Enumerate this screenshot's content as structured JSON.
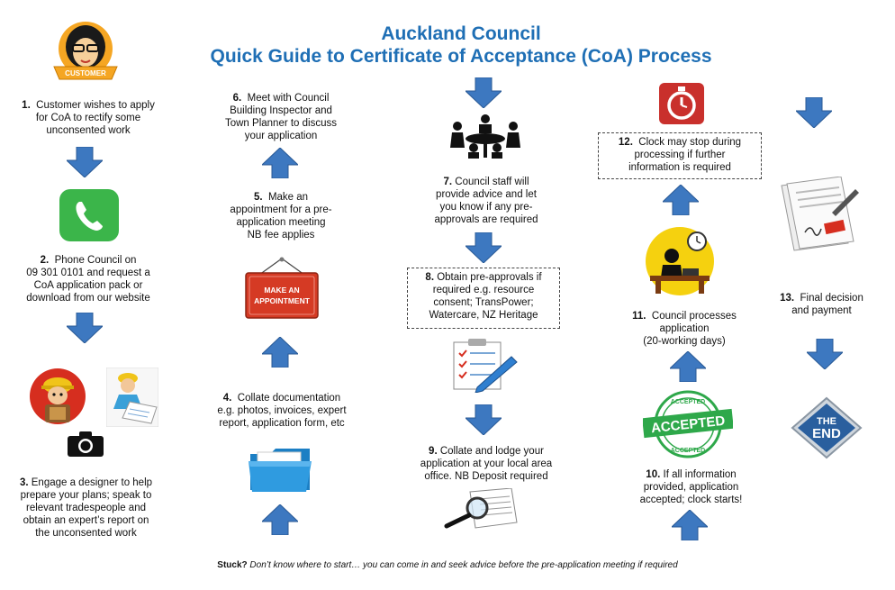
{
  "title": {
    "line1": "Auckland Council",
    "line2": "Quick Guide to Certificate of Acceptance (CoA) Process"
  },
  "customer_badge": "CUSTOMER",
  "appointment_sign": {
    "line1": "MAKE AN",
    "line2": "APPOINTMENT"
  },
  "accepted_stamp": {
    "main": "ACCEPTED",
    "ring": "ACCEPTED"
  },
  "end_badge": {
    "line1": "THE",
    "line2": "END"
  },
  "steps": [
    {
      "num": "1.",
      "lines": [
        "Customer wishes to apply",
        "for CoA to rectify some",
        "unconsented work"
      ]
    },
    {
      "num": "2.",
      "lines": [
        "Phone Council on",
        "09 301 0101 and request a",
        "CoA application pack or",
        "download from our website"
      ]
    },
    {
      "num": "3.",
      "lines": [
        "Engage a designer to help",
        "prepare your plans; speak to",
        "relevant tradespeople and",
        "obtain an expert’s report on",
        "the unconsented work"
      ]
    },
    {
      "num": "4.",
      "lines": [
        "Collate documentation",
        "e.g. photos, invoices, expert",
        "report, application form, etc"
      ]
    },
    {
      "num": "5.",
      "lines": [
        "Make an",
        "appointment for a pre-",
        "application meeting",
        "NB fee applies"
      ]
    },
    {
      "num": "6.",
      "lines": [
        "Meet with Council",
        "Building Inspector and",
        "Town Planner to discuss",
        "your application"
      ]
    },
    {
      "num": "7.",
      "lines": [
        "Council staff will",
        "provide advice and let",
        "you know if any pre-",
        "approvals are required"
      ]
    },
    {
      "num": "8.",
      "lines": [
        "Obtain pre-approvals if",
        "required e.g. resource",
        "consent; TransPower;",
        "Watercare, NZ Heritage"
      ]
    },
    {
      "num": "9.",
      "lines": [
        "Collate and lodge your",
        "application at your local area",
        "office.  NB Deposit required"
      ]
    },
    {
      "num": "10.",
      "lines": [
        "If all information",
        "provided, application",
        "accepted; clock starts!"
      ]
    },
    {
      "num": "11.",
      "lines": [
        "Council processes",
        "application",
        "(20-working days)"
      ]
    },
    {
      "num": "12.",
      "lines": [
        "Clock may stop during",
        "processing if further",
        "information is required"
      ]
    },
    {
      "num": "13.",
      "lines": [
        "Final decision",
        "and payment"
      ]
    }
  ],
  "footer": {
    "bold": "Stuck?",
    "italic": " Don’t know where to start… you can come in and seek advice before the pre-application meeting if required"
  }
}
